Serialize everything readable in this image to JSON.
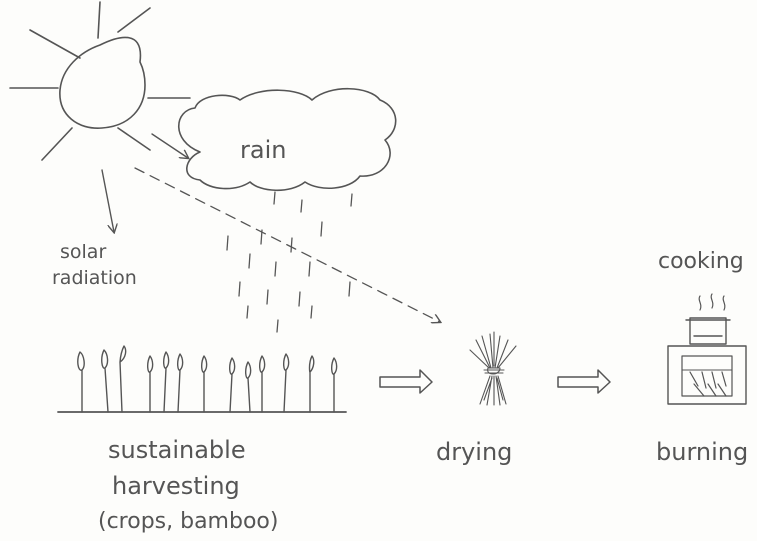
{
  "labels": {
    "rain": "rain",
    "solar_line1": "solar",
    "solar_line2": "radiation",
    "cooking": "cooking",
    "harvest_line1": "sustainable",
    "harvest_line2": "harvesting",
    "harvest_line3": "(crops, bamboo)",
    "drying": "drying",
    "burning": "burning"
  },
  "icons": {
    "sun": "sun-icon",
    "cloud": "cloud-icon",
    "rain_drops": "raindrops-icon",
    "crops": "crops-icon",
    "bundle": "dried-bundle-icon",
    "stove": "stove-icon",
    "pot": "cooking-pot-icon",
    "steam": "steam-icon"
  },
  "colors": {
    "pencil": "#555555",
    "paper": "#fdfdfb"
  }
}
